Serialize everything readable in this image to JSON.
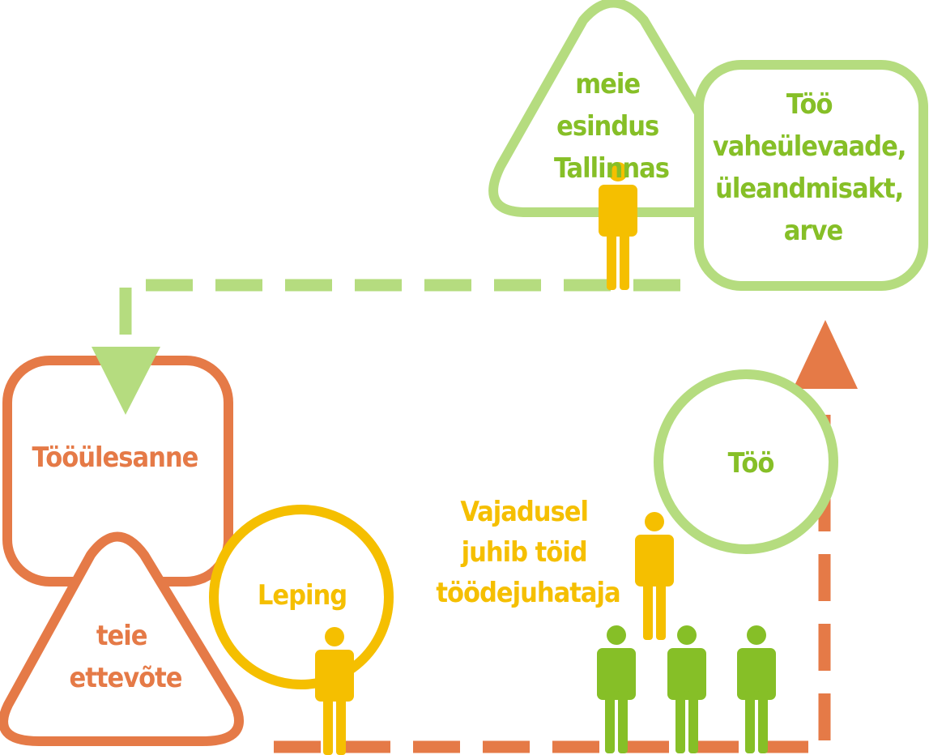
{
  "colors": {
    "orange": "#E57A47",
    "light_green": "#B5DC7F",
    "green": "#86BF27",
    "yellow": "#F5BF00"
  },
  "nodes": {
    "tooulesanne": {
      "lines": [
        "Tööülesanne"
      ]
    },
    "teie_ettevote": {
      "lines": [
        "teie",
        "ettevõte"
      ]
    },
    "leping": {
      "lines": [
        "Leping"
      ]
    },
    "vajadusel": {
      "lines": [
        "Vajadusel",
        "juhib töid",
        "töödejuhataja"
      ]
    },
    "too": {
      "lines": [
        "Töö"
      ]
    },
    "meie_esindus": {
      "lines": [
        "meie",
        "esindus",
        "Tallinnas"
      ]
    },
    "too_vaheulevaade": {
      "lines": [
        "Töö",
        "vaheülevaade,",
        "üleandmisakt,",
        "arve"
      ]
    }
  },
  "icons": {
    "person": "person-icon",
    "arrow": "arrow-head-icon"
  }
}
